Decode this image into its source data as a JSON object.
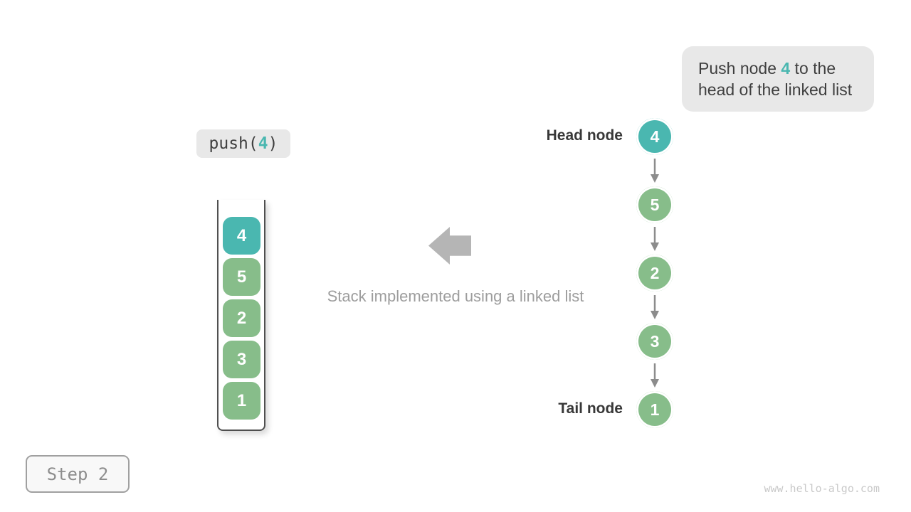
{
  "colors": {
    "teal": "#4ab7b0",
    "green": "#87bd8a",
    "boxBg": "#e8e8e8",
    "darkText": "#3f3f3f",
    "grayText": "#9d9d9d",
    "bigArrow": "#b5b5b5",
    "listArrow": "#8c8c8c",
    "wall": "#4f4f4f",
    "stepBg": "#f8f8f8",
    "stepBorder": "#a0a0a0",
    "stepText": "#8d8d8d",
    "watermark": "#c9c9c9",
    "labelText": "#383838"
  },
  "tooltip": {
    "line1_prefix": "Push node ",
    "line1_highlight": "4",
    "line1_suffix": " to the",
    "line2": "head of the linked list"
  },
  "operation": {
    "prefix": "push(",
    "arg": "4",
    "suffix": ")"
  },
  "stack": {
    "nodes": [
      {
        "value": "4",
        "type": "highlight"
      },
      {
        "value": "5",
        "type": "normal"
      },
      {
        "value": "2",
        "type": "normal"
      },
      {
        "value": "3",
        "type": "normal"
      },
      {
        "value": "1",
        "type": "normal"
      }
    ]
  },
  "caption": "Stack implemented using a linked list",
  "linked_list": {
    "head_label": "Head node",
    "tail_label": "Tail node",
    "nodes": [
      {
        "value": "4",
        "type": "highlight"
      },
      {
        "value": "5",
        "type": "normal"
      },
      {
        "value": "2",
        "type": "normal"
      },
      {
        "value": "3",
        "type": "normal"
      },
      {
        "value": "1",
        "type": "normal"
      }
    ]
  },
  "step": {
    "label": "Step 2"
  },
  "watermark": "www.hello-algo.com"
}
